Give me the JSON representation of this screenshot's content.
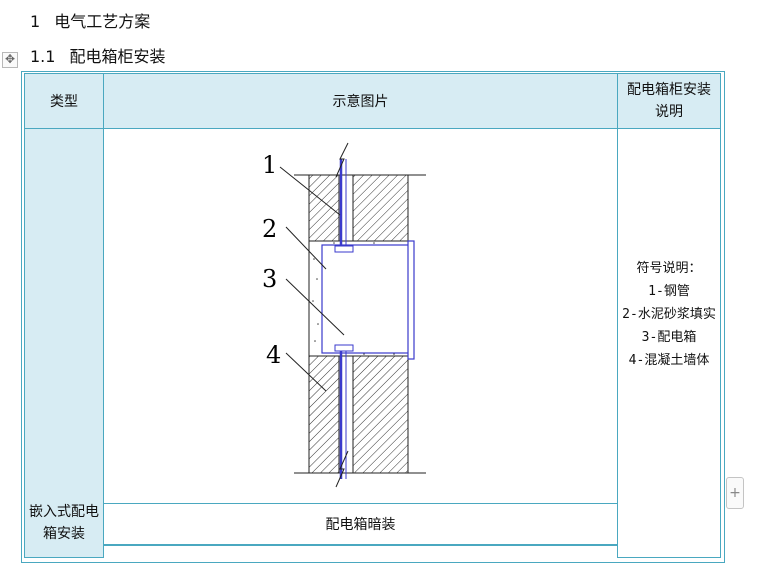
{
  "heading1": {
    "number": "1",
    "text": "电气工艺方案"
  },
  "heading2": {
    "number": "1.1",
    "text": "配电箱柜安装"
  },
  "table": {
    "header": {
      "type": "类型",
      "picture": "示意图片",
      "description": "配电箱柜安装说明"
    },
    "row": {
      "type": "嵌入式配电箱安装",
      "caption": "配电箱暗装",
      "legend_title": "符号说明：",
      "legend": [
        "1-钢管",
        "2-水泥砂浆填实",
        "3-配电箱",
        "4-混凝土墙体"
      ]
    }
  },
  "diagram_labels": [
    "1",
    "2",
    "3",
    "4"
  ],
  "colors": {
    "border": "#4aa8c0",
    "header_bg": "#d7ecf3",
    "pipe": "#3a3acc"
  },
  "icons": {
    "move_handle": "move-cross-icon",
    "add_handle": "plus-icon"
  }
}
